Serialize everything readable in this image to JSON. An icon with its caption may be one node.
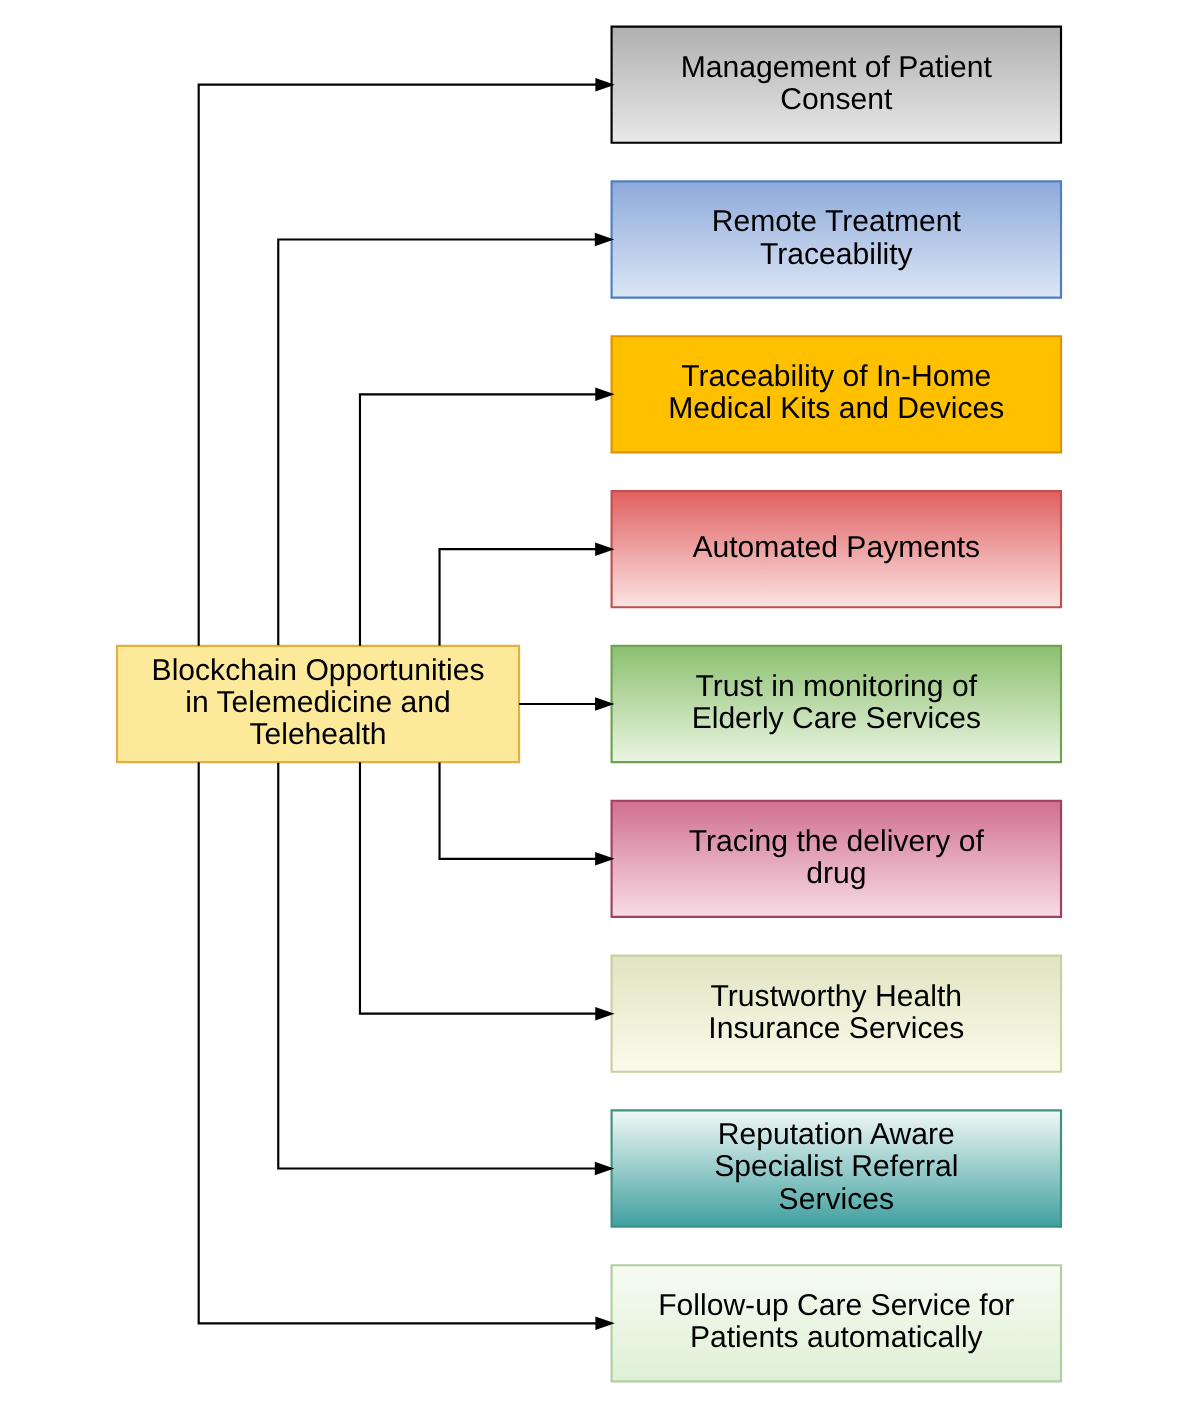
{
  "diagram": {
    "nodes": [
      {
        "text": [
          "Blockchain Opportunities in Telemedicine and Telehealth"
        ]
      },
      {
        "text": [
          "Management of Patient Consent"
        ]
      },
      {
        "text": [
          "Remote Treatment Traceability"
        ]
      },
      {
        "text": [
          "Traceability of In-Home Medical Kits and Devices"
        ]
      },
      {
        "text": [
          "Automated Payments"
        ]
      },
      {
        "text": [
          "Trust in monitoring of Elderly Care Services"
        ]
      },
      {
        "text": [
          "Tracing the delivery of drug"
        ]
      },
      {
        "text": [
          "Trustworthy Health Insurance Services"
        ]
      },
      {
        "text": [
          "Reputation Aware Specialist Referral Services"
        ]
      },
      {
        "text": [
          "Follow-up Care Service for Patients automatically"
        ]
      }
    ],
    "edges": [
      {
        "from": 0,
        "to": 1,
        "arrow": "to"
      },
      {
        "from": 0,
        "to": 2,
        "arrow": "to"
      },
      {
        "from": 0,
        "to": 3,
        "arrow": "to"
      },
      {
        "from": 0,
        "to": 4,
        "arrow": "to"
      },
      {
        "from": 0,
        "to": 5,
        "arrow": "to"
      },
      {
        "from": 0,
        "to": 6,
        "arrow": "to"
      },
      {
        "from": 0,
        "to": 7,
        "arrow": "to"
      },
      {
        "from": 0,
        "to": 8,
        "arrow": "to"
      },
      {
        "from": 0,
        "to": 9,
        "arrow": "to"
      }
    ]
  }
}
